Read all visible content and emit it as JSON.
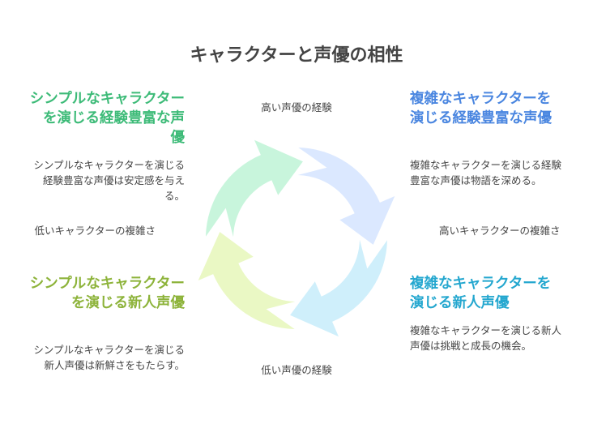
{
  "title": "キャラクターと声優の相性",
  "axes": {
    "top": "高い声優の経験",
    "bottom": "低い声優の経験",
    "left": "低いキャラクターの複雑さ",
    "right": "高いキャラクターの複雑さ"
  },
  "quadrants": {
    "top_left": {
      "title": "シンプルなキャラクターを演じる経験豊富な声優",
      "desc": "シンプルなキャラクターを演じる経験豊富な声優は安定感を与える。",
      "color": "#3dbb78",
      "fill": "#c8f5dc"
    },
    "top_right": {
      "title": "複雑なキャラクターを演じる経験豊富な声優",
      "desc": "複雑なキャラクターを演じる経験豊富な声優は物語を深める。",
      "color": "#4a86e0",
      "fill": "#dbe8ff"
    },
    "bottom_left": {
      "title": "シンプルなキャラクターを演じる新人声優",
      "desc": "シンプルなキャラクターを演じる新人声優は新鮮さをもたらす。",
      "color": "#8db33a",
      "fill": "#eaf8c4"
    },
    "bottom_right": {
      "title": "複雑なキャラクターを演じる新人声優",
      "desc": "複雑なキャラクターを演じる新人声優は挑戦と成長の機会。",
      "color": "#24a7cf",
      "fill": "#cfeffb"
    }
  }
}
